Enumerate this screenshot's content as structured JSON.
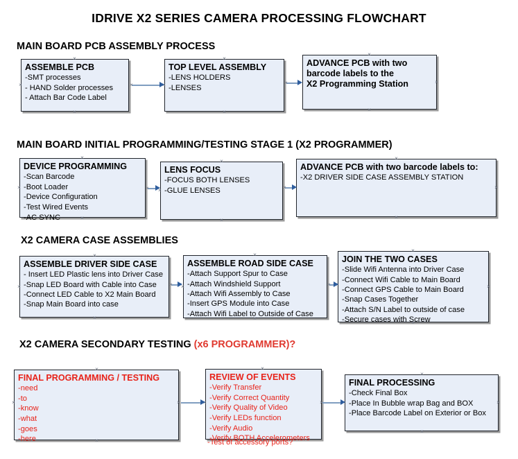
{
  "document": {
    "title": "IDRIVE X2  SERIES CAMERA PROCESSING FLOWCHART"
  },
  "colors": {
    "box_fill": "#e8eef8",
    "box_border": "#20242b",
    "connector": "#7f9dc0",
    "arrow_head": "#2f5e9e",
    "red_text": "#e8231a",
    "accent_heading": "#e03a30"
  },
  "sections": [
    {
      "id": "main-board-pcb-assembly",
      "heading": "MAIN BOARD PCB ASSEMBLY PROCESS",
      "heading_accent": "",
      "boxes": [
        {
          "id": "assemble-pcb",
          "title": "ASSEMBLE PCB",
          "lines": [
            "-SMT processes",
            "- HAND Solder processes",
            "- Attach Bar Code Label"
          ]
        },
        {
          "id": "top-level-assembly",
          "title": "TOP LEVEL ASSEMBLY",
          "lines": [
            "-LENS HOLDERS",
            "-LENSES"
          ]
        },
        {
          "id": "advance-pcb-programming-station",
          "title": "ADVANCE PCB with two",
          "lines": [
            "barcode labels to the",
            " X2 Programming Station"
          ]
        }
      ]
    },
    {
      "id": "main-board-initial-programming",
      "heading": "MAIN BOARD INITIAL PROGRAMMING/TESTING STAGE 1 (X2 PROGRAMMER)",
      "heading_accent": "",
      "boxes": [
        {
          "id": "device-programming",
          "title": "DEVICE PROGRAMMING",
          "lines": [
            "-Scan Barcode",
            "-Boot Loader",
            "-Device Configuration",
            "-Test Wired Events",
            "-AC SYNC"
          ]
        },
        {
          "id": "lens-focus",
          "title": "LENS FOCUS",
          "lines": [
            "-FOCUS BOTH LENSES",
            "-GLUE LENSES"
          ]
        },
        {
          "id": "advance-pcb-driver-side-case",
          "title": "ADVANCE PCB with two barcode labels to:",
          "lines": [
            "-X2 DRIVER  SIDE  CASE  ASSEMBLY STATION"
          ]
        }
      ]
    },
    {
      "id": "x2-camera-case-assemblies",
      "heading": "X2 CAMERA CASE ASSEMBLIES",
      "heading_accent": "",
      "boxes": [
        {
          "id": "assemble-driver-side-case",
          "title": "ASSEMBLE DRIVER SIDE CASE",
          "lines": [
            "- Insert LED Plastic lens into Driver Case",
            "-Snap LED Board with Cable into Case",
            "-Connect LED Cable to X2 Main Board",
            "-Snap Main Board into case"
          ]
        },
        {
          "id": "assemble-road-side-case",
          "title": "ASSEMBLE ROAD SIDE CASE",
          "lines": [
            "-Attach Support Spur to Case",
            "-Attach Windshield Support",
            "-Attach Wifi Assembly to Case",
            "-Insert GPS Module into Case",
            "-Attach Wifi Label to Outside of Case"
          ]
        },
        {
          "id": "join-the-two-cases",
          "title": "JOIN THE TWO CASES",
          "lines": [
            "-Slide Wifi Antenna into Driver Case",
            "-Connect Wifi Cable to Main Board",
            "-Connect GPS Cable to Main Board",
            "-Snap Cases Together",
            "-Attach S/N Label to outside of case",
            "-Secure cases with Screw"
          ]
        }
      ]
    },
    {
      "id": "x2-camera-secondary-testing",
      "heading": "X2 CAMERA SECONDARY TESTING ",
      "heading_accent": "(x6 PROGRAMMER)?",
      "boxes": [
        {
          "id": "final-programming-testing",
          "title": "FINAL PROGRAMMING / TESTING",
          "lines": [
            "-need",
            "-to",
            "-know",
            "-what",
            "-goes",
            "-here"
          ]
        },
        {
          "id": "review-of-events",
          "title": "REVIEW OF EVENTS",
          "lines": [
            "-Verify Transfer",
            "-Verify Correct Quantity",
            "-Verify Quality of Video",
            "-Verify LEDs function",
            "-Verify Audio",
            "-Verify BOTH Accelerometers"
          ],
          "overflow_line": "-Test of accessory ports?"
        },
        {
          "id": "final-processing",
          "title": "FINAL PROCESSING",
          "lines": [
            " -Check Final Box",
            "-Place In Bubble wrap Bag and BOX",
            "-Place Barcode Label on Exterior or Box"
          ]
        }
      ]
    }
  ]
}
